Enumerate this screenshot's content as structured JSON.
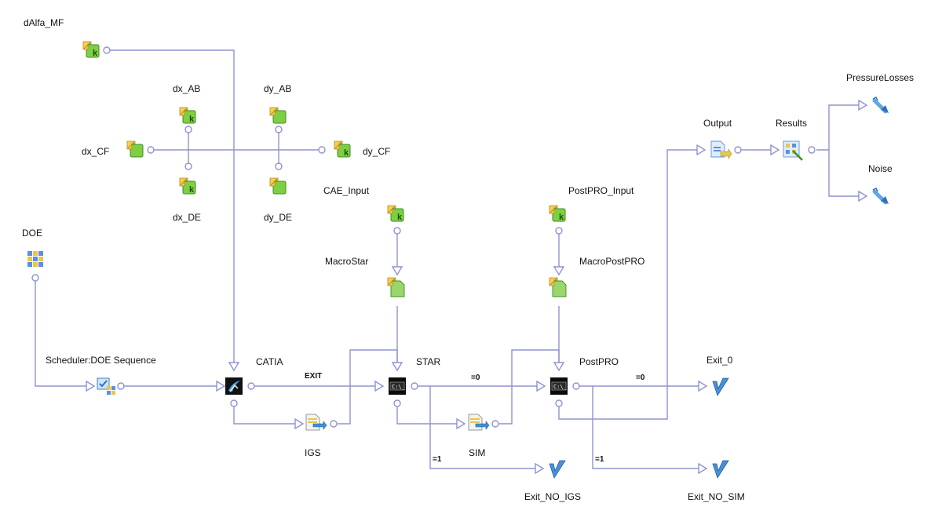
{
  "nodes": {
    "dalfa_mf": {
      "label": "dAlfa_MF",
      "icon": "parameter-k-icon"
    },
    "dx_ab": {
      "label": "dx_AB",
      "icon": "parameter-k-icon"
    },
    "dy_ab": {
      "label": "dy_AB",
      "icon": "parameter-icon"
    },
    "dx_cf": {
      "label": "dx_CF",
      "icon": "parameter-icon"
    },
    "dy_cf": {
      "label": "dy_CF",
      "icon": "parameter-k-icon"
    },
    "dx_de": {
      "label": "dx_DE",
      "icon": "parameter-k-icon"
    },
    "dy_de": {
      "label": "dy_DE",
      "icon": "parameter-icon"
    },
    "doe": {
      "label": "DOE",
      "icon": "doe-grid-icon"
    },
    "scheduler": {
      "label": "Scheduler:DOE Sequence",
      "icon": "scheduler-icon"
    },
    "catia": {
      "label": "CATIA",
      "icon": "catia-icon"
    },
    "igs": {
      "label": "IGS",
      "icon": "file-transfer-icon"
    },
    "cae_input": {
      "label": "CAE_Input",
      "icon": "parameter-k-icon"
    },
    "macrostar": {
      "label": "MacroStar",
      "icon": "macro-file-icon"
    },
    "star": {
      "label": "STAR",
      "icon": "terminal-icon"
    },
    "sim": {
      "label": "SIM",
      "icon": "file-transfer-icon"
    },
    "postpro_input": {
      "label": "PostPRO_Input",
      "icon": "parameter-k-icon"
    },
    "macropostpro": {
      "label": "MacroPostPRO",
      "icon": "macro-file-icon"
    },
    "postpro": {
      "label": "PostPRO",
      "icon": "terminal-icon"
    },
    "output": {
      "label": "Output",
      "icon": "output-file-icon"
    },
    "results": {
      "label": "Results",
      "icon": "results-icon"
    },
    "pressurelosses": {
      "label": "PressureLosses",
      "icon": "probe-icon"
    },
    "noise": {
      "label": "Noise",
      "icon": "probe-icon"
    },
    "exit_0": {
      "label": "Exit_0",
      "icon": "exit-check-icon"
    },
    "exit_no_igs": {
      "label": "Exit_NO_IGS",
      "icon": "exit-check-icon"
    },
    "exit_no_sim": {
      "label": "Exit_NO_SIM",
      "icon": "exit-check-icon"
    }
  },
  "edge_labels": {
    "catia_star": "EXIT",
    "star_postpro": "=0",
    "postpro_exit0": "=0",
    "star_exit_no_igs": "=1",
    "postpro_exit_no_sim": "=1"
  },
  "colors": {
    "wire": "#8f93cf",
    "param_green": "#6fbf3a",
    "param_yellow": "#f2c542",
    "terminal": "#111111",
    "probe_blue": "#3d8fd6",
    "exit_blue": "#4a90d9"
  }
}
